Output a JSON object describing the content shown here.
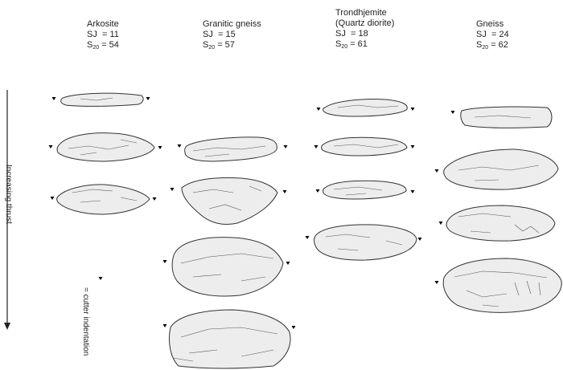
{
  "columns": [
    {
      "name": "Arkosite",
      "name2": "",
      "sj_label": "SJ",
      "sj_value": "= 11",
      "s20_label": "S",
      "s20_sub": "20",
      "s20_value": "= 54"
    },
    {
      "name": "Granitic gneiss",
      "name2": "",
      "sj_label": "SJ",
      "sj_value": "= 15",
      "s20_label": "S",
      "s20_sub": "20",
      "s20_value": "= 57"
    },
    {
      "name": "Trondhjemite",
      "name2": "(Quartz diorite)",
      "sj_label": "SJ",
      "sj_value": "= 18",
      "s20_label": "S",
      "s20_sub": "20",
      "s20_value": "= 61"
    },
    {
      "name": "Gneiss",
      "name2": "",
      "sj_label": "SJ",
      "sj_value": "= 24",
      "s20_label": "S",
      "s20_sub": "20",
      "s20_value": "= 62"
    }
  ],
  "axis": {
    "label": "Increasing thrust"
  },
  "legend": {
    "label": "= cutter indentation"
  }
}
